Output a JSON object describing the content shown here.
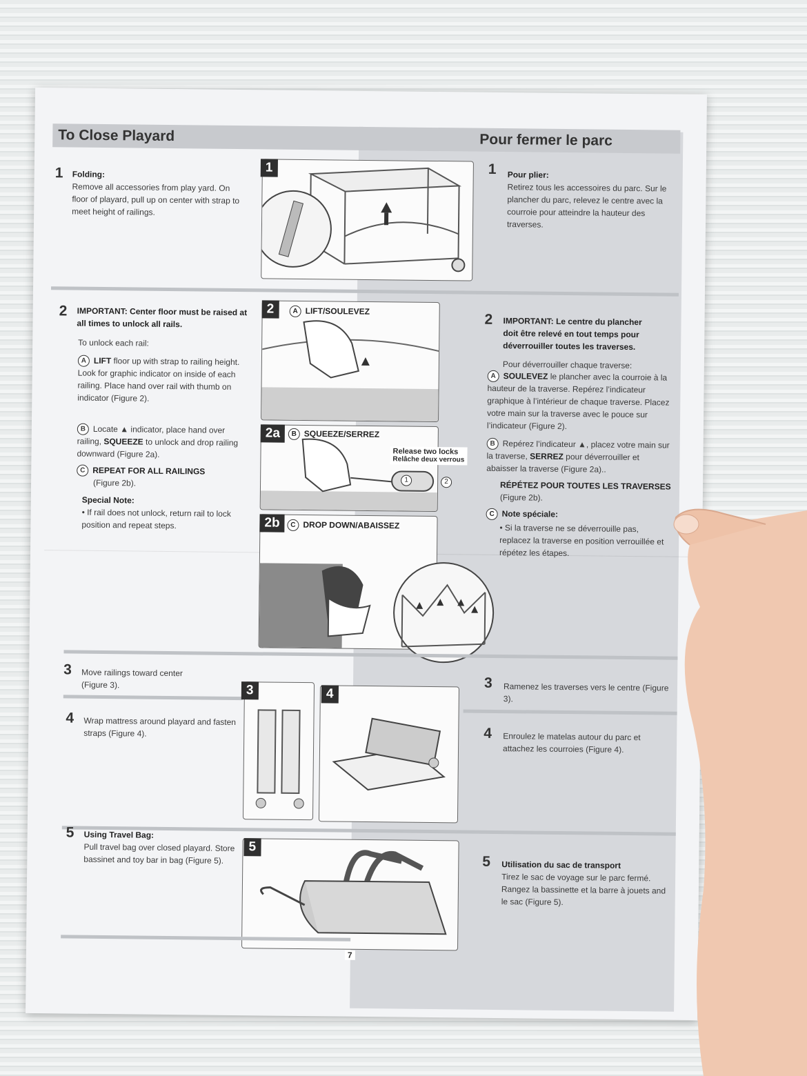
{
  "en": {
    "title": "To Close Playard",
    "s1": {
      "num": "1",
      "head": "Folding:",
      "body": "Remove all accessories from play yard. On floor of playard, pull up on center with strap to meet height of railings."
    },
    "s2": {
      "num": "2",
      "important": "IMPORTANT: Center floor must be raised at all times to unlock all rails.",
      "intro": "To unlock each rail:",
      "a": {
        "letter": "A",
        "bold": "LIFT",
        "text": " floor up with strap to railing height. Look for graphic indicator on inside of each railing. Place hand over rail with thumb on indicator (Figure 2)."
      },
      "b": {
        "letter": "B",
        "pre": "Locate",
        "text": " indicator, place hand over railing, ",
        "bold": "SQUEEZE",
        "post": " to unlock and drop railing downward (Figure 2a)."
      },
      "c": {
        "letter": "C",
        "bold": "REPEAT FOR ALL RAILINGS",
        "post": "(Figure 2b)."
      },
      "note_head": "Special Note:",
      "note": "• If rail does not unlock, return rail to lock position and repeat steps."
    },
    "s3": {
      "num": "3",
      "body": "Move railings toward center (Figure 3)."
    },
    "s4": {
      "num": "4",
      "body": "Wrap mattress around playard and fasten straps (Figure 4)."
    },
    "s5": {
      "num": "5",
      "head": "Using Travel Bag:",
      "body": "Pull travel bag over closed playard. Store bassinet and toy bar in bag (Figure 5)."
    }
  },
  "fr": {
    "title": "Pour fermer le parc",
    "s1": {
      "num": "1",
      "head": "Pour plier:",
      "body": "Retirez tous les accessoires du parc. Sur le plancher du parc, relevez le centre avec la courroie pour atteindre la hauteur des traverses."
    },
    "s2": {
      "num": "2",
      "important": "IMPORTANT: Le centre du plancher doit être relevé en tout temps pour déverrouiller toutes les traverses.",
      "intro": "Pour déverrouiller chaque traverse:",
      "a": {
        "letter": "A",
        "bold": "SOULEVEZ",
        "text": " le plancher avec la courroie à la hauteur de la traverse. Repérez l’indicateur graphique à l’intérieur de chaque traverse. Placez votre main sur la traverse avec le pouce sur l’indicateur (Figure 2)."
      },
      "b": {
        "letter": "B",
        "pre": "Repérez l’indicateur",
        "text": ", placez votre main sur la traverse, ",
        "bold": "SERREZ",
        "post": " pour déverrouiller et abaisser la traverse (Figure 2a).."
      },
      "c": {
        "letter": "C",
        "bold": "RÉPÉTEZ POUR TOUTES LES TRAVERSES",
        "post": "(Figure 2b)."
      },
      "note_head": "Note spéciale:",
      "note": "• Si la traverse ne se déverrouille pas, replacez la traverse en position verrouillée et répétez les étapes."
    },
    "s3": {
      "num": "3",
      "body": "Ramenez les traverses vers le centre (Figure 3)."
    },
    "s4": {
      "num": "4",
      "body": "Enroulez le matelas autour du parc et attachez les courroies (Figure 4)."
    },
    "s5": {
      "num": "5",
      "head": "Utilisation du sac de transport",
      "body": "Tirez le sac de voyage sur le parc fermé. Rangez la bassinette et la barre à jouets and le sac (Figure 5)."
    }
  },
  "figures": {
    "f1": "1",
    "f2": {
      "tag": "2",
      "letter": "A",
      "caption": "LIFT/SOULEVEZ"
    },
    "f2a": {
      "tag": "2a",
      "letter": "B",
      "caption": "SQUEEZE/SERREZ",
      "callout1": "Release two locks",
      "callout2": "Relâche deux verrous",
      "lock1": "1",
      "lock2": "2"
    },
    "f2b": {
      "tag": "2b",
      "letter": "C",
      "caption": "DROP DOWN/ABAISSEZ"
    },
    "f3": "3",
    "f4": "4",
    "f5": "5"
  },
  "page_number": "7"
}
